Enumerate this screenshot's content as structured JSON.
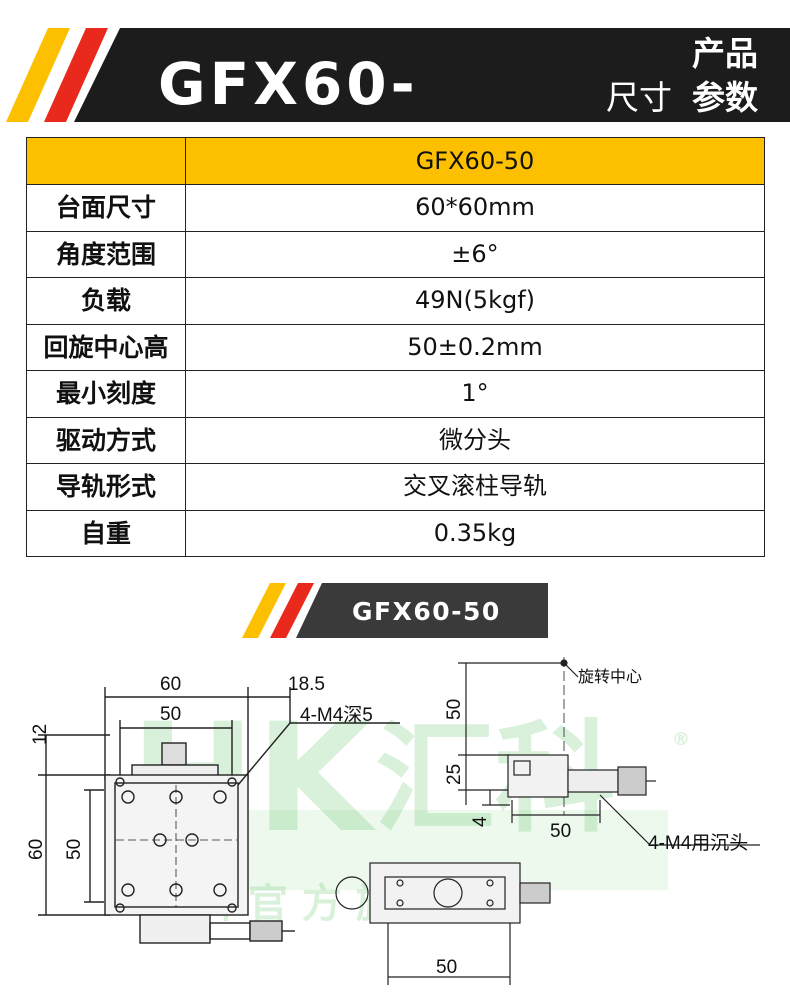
{
  "header": {
    "model": "GFX60-50",
    "label_line1": "产品",
    "label_line2_a": "尺寸",
    "label_line2_b": "参数"
  },
  "colors": {
    "banner_dark": "#1c1c1c",
    "accent_yellow": "#fcc000",
    "accent_red": "#e8291c",
    "table_header": "#fcc000",
    "watermark": "#55c25a"
  },
  "spec_table": {
    "header_value": "GFX60-50",
    "rows": [
      {
        "label": "台面尺寸",
        "value": "60*60mm"
      },
      {
        "label": "角度范围",
        "value": "±6°"
      },
      {
        "label": "负载",
        "value": "49N(5kgf)"
      },
      {
        "label": "回旋中心高",
        "value": "50±0.2mm"
      },
      {
        "label": "最小刻度",
        "value": "1°"
      },
      {
        "label": "驱动方式",
        "value": "微分头"
      },
      {
        "label": "导轨形式",
        "value": "交叉滚柱导轨"
      },
      {
        "label": "自重",
        "value": "0.35kg"
      }
    ]
  },
  "drawing_section": {
    "title": "GFX60-50",
    "top_view": {
      "dim_width_outer": "60",
      "dim_width_inner": "50",
      "dim_offset": "18.5",
      "dim_left_12": "12",
      "dim_height_outer": "60",
      "dim_height_inner": "50",
      "callout_holes": "4-M4深5"
    },
    "side_view": {
      "callout_center": "旋转中心",
      "dim_height_50": "50",
      "dim_height_25": "25",
      "dim_height_4": "4",
      "dim_width_50": "50",
      "callout_counterbore": "4-M4用沉头"
    },
    "bottom_view": {
      "dim_width_50": "50"
    },
    "watermark": {
      "brand": "HK",
      "brand_cn": "汇科",
      "line2": "汇 科 官 方 旗 舰 店",
      "registered": "®"
    }
  }
}
